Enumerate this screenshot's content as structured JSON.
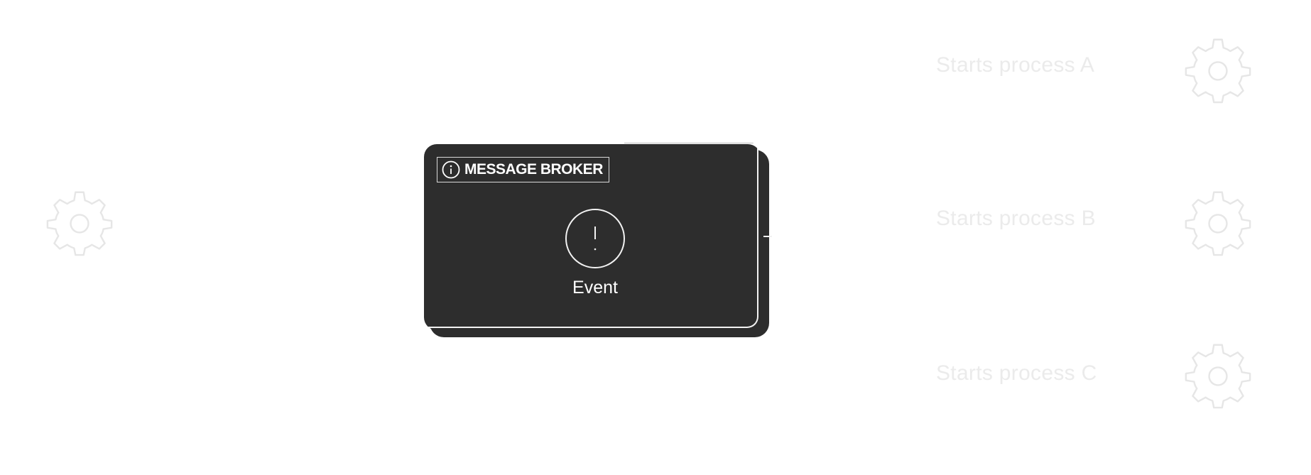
{
  "broker": {
    "title": "MESSAGE BROKER",
    "event_label": "Event"
  },
  "processes": [
    {
      "label": "Starts process A"
    },
    {
      "label": "Starts process B"
    },
    {
      "label": "Starts process C"
    }
  ],
  "icons": {
    "source": "gear-icon",
    "info": "info-icon",
    "event": "exclamation-icon",
    "process": "gear-icon"
  },
  "colors": {
    "broker_fill": "#2d2d2d",
    "broker_text": "#ffffff",
    "faded": "#ebebeb"
  }
}
